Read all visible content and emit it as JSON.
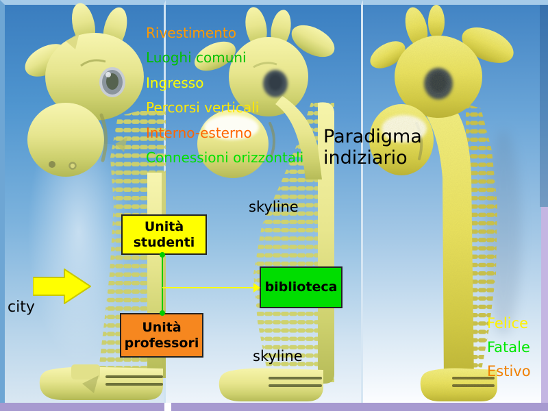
{
  "slide": {
    "left_labels": [
      {
        "text": "Rivestimento",
        "color": "#ff9900"
      },
      {
        "text": "Luoghi comuni",
        "color": "#00c000"
      },
      {
        "text": "Ingresso",
        "color": "#ffff00"
      },
      {
        "text": "Percorsi verticali",
        "color": "#ffe800"
      },
      {
        "text": "Interno-esterno",
        "color": "#ff6600"
      },
      {
        "text": "Connessioni orizzontali",
        "color": "#00e000"
      }
    ],
    "title": "Paradigma indiziario",
    "annotations": {
      "city": "city",
      "skyline_top": "skyline",
      "skyline_bottom": "skyline"
    },
    "boxes": {
      "students": {
        "label": "Unità studenti",
        "bg": "#ffff00"
      },
      "library": {
        "label": "biblioteca",
        "bg": "#00dd00"
      },
      "professors": {
        "label": "Unità professori",
        "bg": "#f6871f"
      }
    },
    "right_labels": [
      {
        "text": "Felice",
        "color": "#fff200"
      },
      {
        "text": "Fatale",
        "color": "#00e800"
      },
      {
        "text": "Estivo",
        "color": "#f08000"
      }
    ],
    "connectors": {
      "vertical_color": "#00cc00",
      "horizontal_color": "#ffff00",
      "arrow_color": "#ffff00"
    }
  }
}
